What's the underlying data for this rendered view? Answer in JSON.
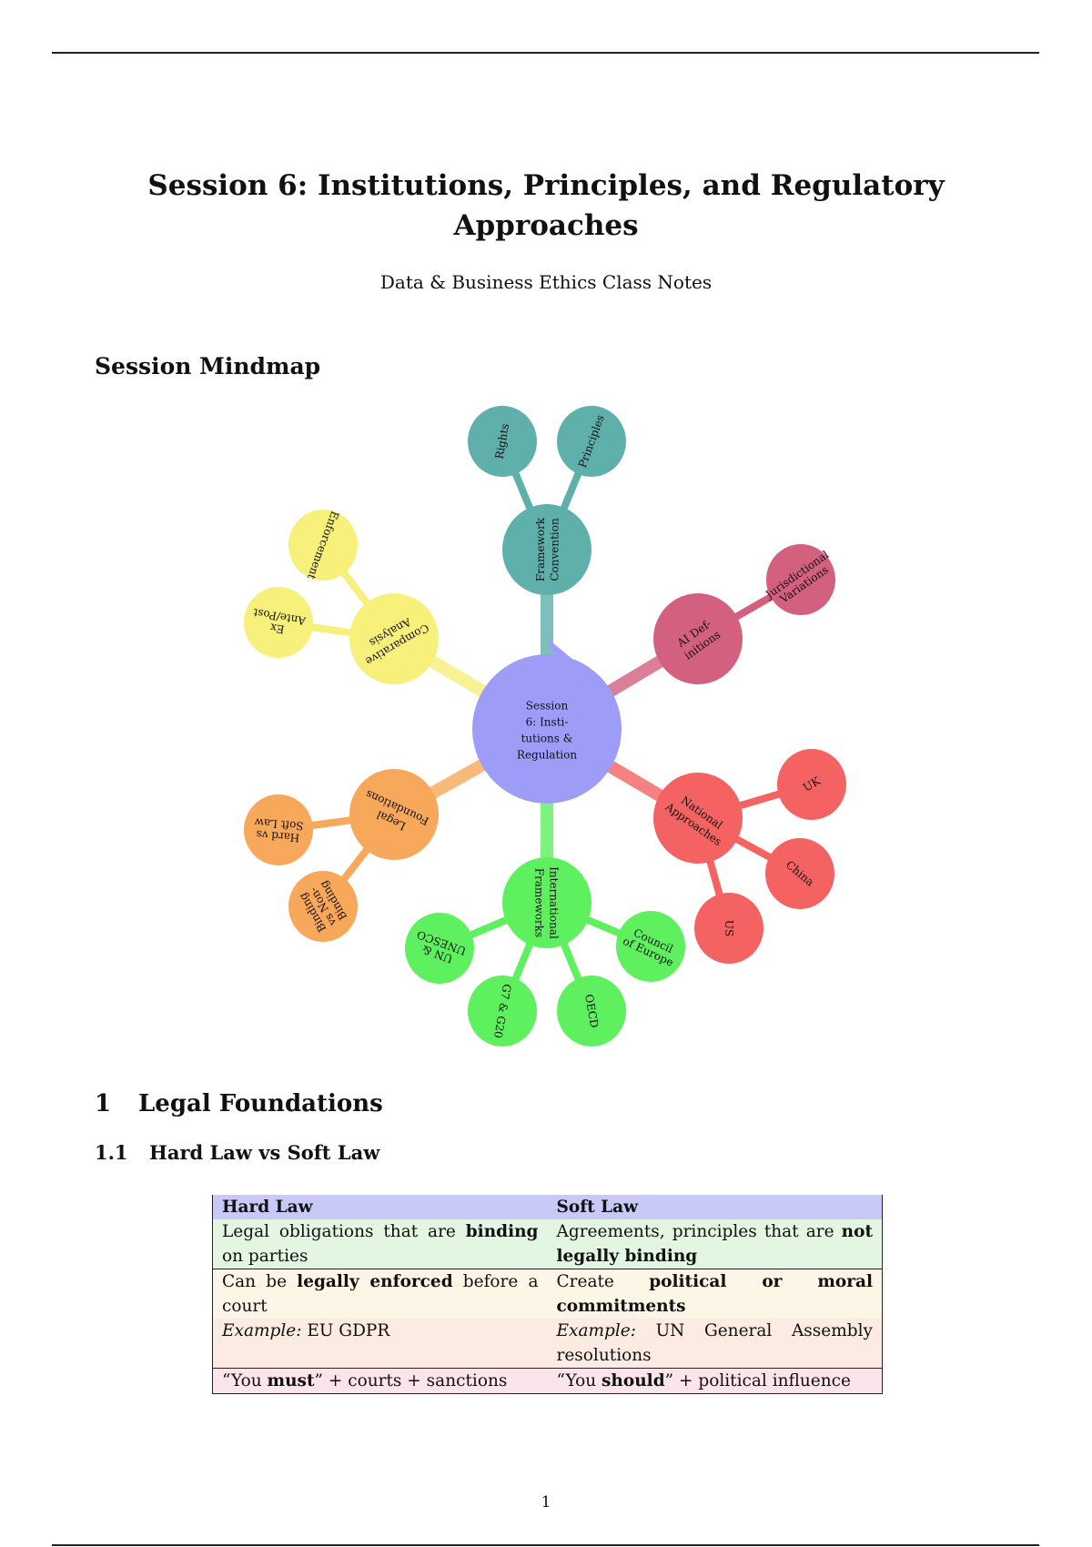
{
  "title": "Session 6: Institutions, Principles, and Regulatory Approaches",
  "subtitle": "Data & Business Ethics Class Notes",
  "mindmap_heading": "Session Mindmap",
  "mindmap": {
    "center": [
      "Session",
      "6: Insti-",
      "tutions &",
      "Regulation"
    ],
    "framework": {
      "label": [
        "Framework",
        "Convention"
      ],
      "children": [
        [
          "Rights"
        ],
        [
          "Principles"
        ]
      ]
    },
    "ai": {
      "label": [
        "AI Def-",
        "initions"
      ],
      "children": [
        [
          "Jurisdictional",
          "Variations"
        ]
      ]
    },
    "national": {
      "label": [
        "National",
        "Approaches"
      ],
      "children": [
        [
          "UK"
        ],
        [
          "China"
        ],
        [
          "US"
        ]
      ]
    },
    "international": {
      "label": [
        "International",
        "Frameworks"
      ],
      "children": [
        [
          "UN &",
          "UNESCO"
        ],
        [
          "G7 & G20"
        ],
        [
          "OECD"
        ],
        [
          "Council",
          "of Europe"
        ]
      ]
    },
    "legal": {
      "label": [
        "Legal",
        "Foundations"
      ],
      "children": [
        [
          "Hard vs",
          "Soft Law"
        ],
        [
          "Binding",
          "vs Non-",
          "Binding"
        ]
      ]
    },
    "comparative": {
      "label": [
        "Comparative",
        "Analysis"
      ],
      "children": [
        [
          "Ex",
          "Ante/Post"
        ],
        [
          "Enforcement"
        ]
      ]
    },
    "colors": {
      "center": "#9d9df7",
      "framework": "#5fb0ab",
      "ai": "#d4607f",
      "national": "#f46262",
      "international": "#5ef05e",
      "legal": "#f7a85a",
      "comparative": "#f7f07a"
    }
  },
  "section1": {
    "num": "1",
    "title": "Legal Foundations"
  },
  "section1_1": {
    "num": "1.1",
    "title": "Hard Law vs Soft Law"
  },
  "table": {
    "headers": [
      "Hard Law",
      "Soft Law"
    ],
    "rows": [
      [
        [
          {
            "t": "Legal obligations that are "
          },
          {
            "t": "binding",
            "b": true
          },
          {
            "t": " on parties"
          }
        ],
        [
          {
            "t": "Agreements, principles that are "
          },
          {
            "t": "not legally binding",
            "b": true
          }
        ]
      ],
      [
        [
          {
            "t": "Can be "
          },
          {
            "t": "legally enforced",
            "b": true
          },
          {
            "t": " before a court"
          }
        ],
        [
          {
            "t": "Create "
          },
          {
            "t": "political or moral commitments",
            "b": true
          }
        ]
      ],
      [
        [
          {
            "t": "Example:",
            "i": true
          },
          {
            "t": " EU GDPR"
          }
        ],
        [
          {
            "t": "Example:",
            "i": true
          },
          {
            "t": " UN General Assembly resolutions"
          }
        ]
      ],
      [
        [
          {
            "t": "“You "
          },
          {
            "t": "must",
            "b": true
          },
          {
            "t": "” + courts + sanctions"
          }
        ],
        [
          {
            "t": "“You "
          },
          {
            "t": "should",
            "b": true
          },
          {
            "t": "” + political influence"
          }
        ]
      ]
    ]
  },
  "page_number": "1"
}
